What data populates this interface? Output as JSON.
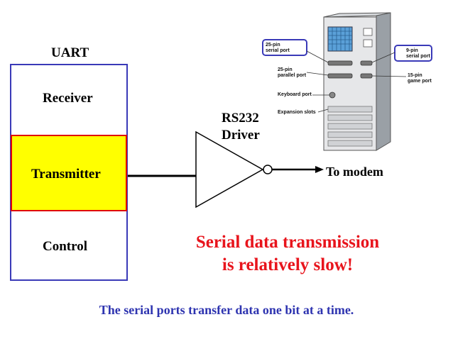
{
  "uart": {
    "title": "UART",
    "receiver": "Receiver",
    "transmitter": "Transmitter",
    "control": "Control"
  },
  "driver": {
    "line1": "RS232",
    "line2": "Driver"
  },
  "output_label": "To modem",
  "headline": {
    "line1": "Serial data transmission",
    "line2": "is relatively slow!"
  },
  "footer": "The serial ports transfer data one bit at a time.",
  "computer": {
    "label_serial_25_line1": "25-pin",
    "label_serial_25_line2": "serial port",
    "label_parallel_line1": "25-pin",
    "label_parallel_line2": "parallel port",
    "label_keyboard": "Keyboard port",
    "label_expansion": "Expansion slots",
    "label_serial_9_line1": "9-pin",
    "label_serial_9_line2": "serial port",
    "label_game_line1": "15-pin",
    "label_game_line2": "game port"
  },
  "colors": {
    "uart_border": "#3a3ab8",
    "transmitter_fill": "#ffff00",
    "transmitter_border": "#e00000",
    "headline": "#e8141c",
    "footer": "#2e34b0"
  }
}
